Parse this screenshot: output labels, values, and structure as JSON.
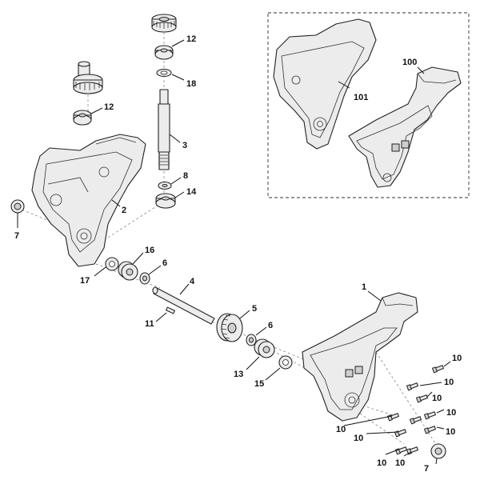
{
  "diagram": {
    "type": "exploded-parts-diagram",
    "inset_box": "dashed",
    "callouts": {
      "c1": "1",
      "c2": "2",
      "c3": "3",
      "c4": "4",
      "c5": "5",
      "c6a": "6",
      "c6b": "6",
      "c7a": "7",
      "c7b": "7",
      "c8": "8",
      "c10a": "10",
      "c10b": "10",
      "c10c": "10",
      "c10d": "10",
      "c10e": "10",
      "c10f": "10",
      "c10g": "10",
      "c10h": "10",
      "c11": "11",
      "c12a": "12",
      "c12b": "12",
      "c13": "13",
      "c14": "14",
      "c15": "15",
      "c16": "16",
      "c17": "17",
      "c18": "18",
      "c100": "100",
      "c101": "101"
    },
    "colors": {
      "line": "#222222",
      "part_fill": "#ececec",
      "shade": "#cfcfcf",
      "background": "#ffffff"
    }
  }
}
